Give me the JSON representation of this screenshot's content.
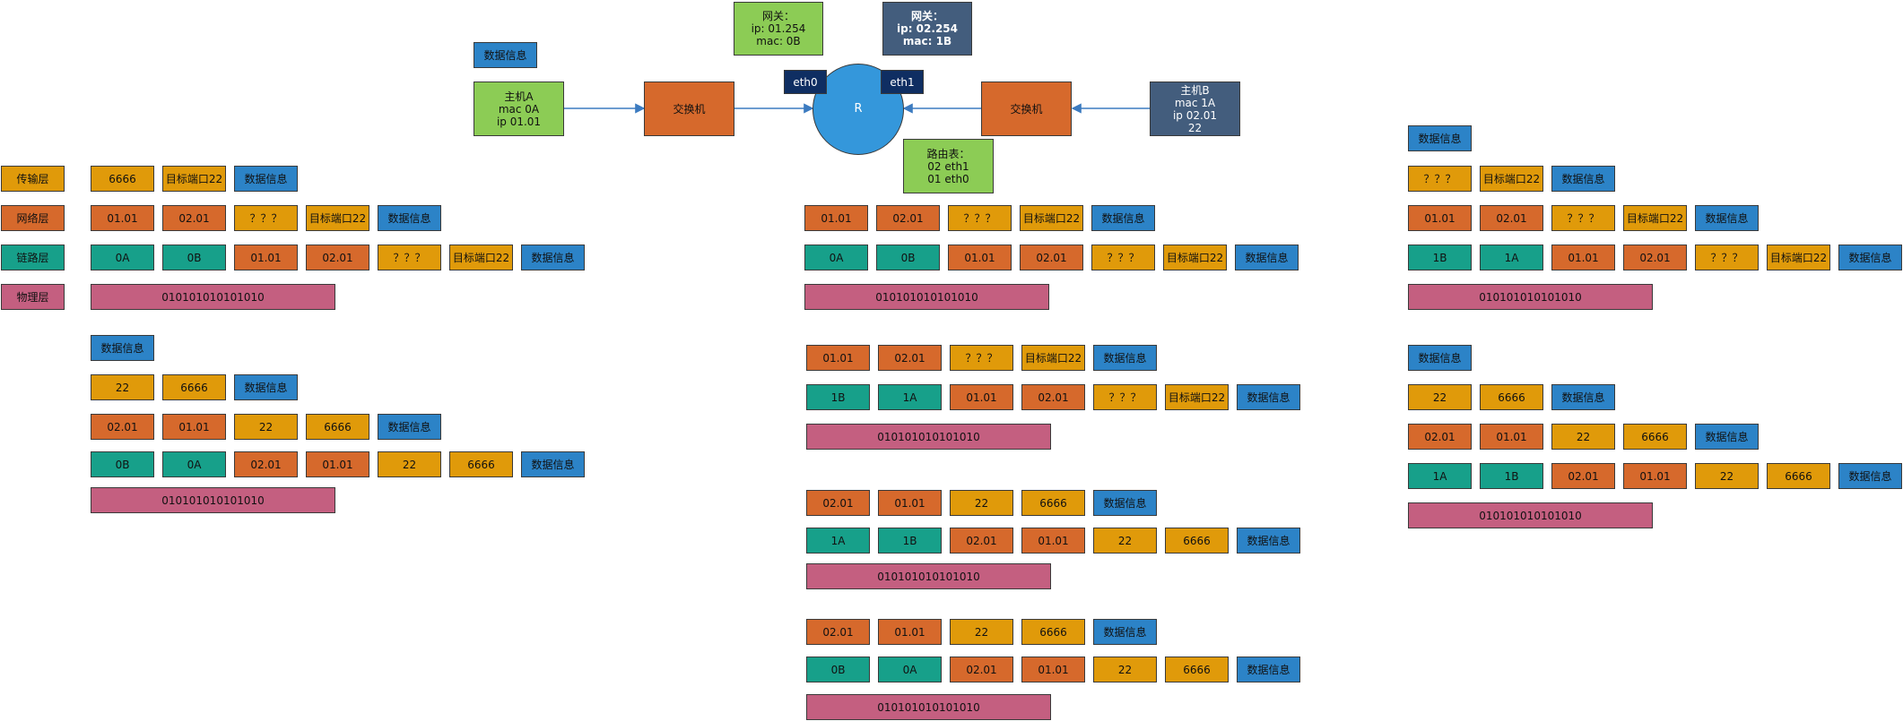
{
  "labels": {
    "data_info": "数据信息",
    "switch": "交换机",
    "router": "R",
    "eth0": "eth0",
    "eth1": "eth1",
    "gw1": "网关：\nip: 01.254\nmac: 0B",
    "gw2": "网关：\nip: 02.254\nmac: 1B",
    "host_a": "主机A\nmac 0A\nip 01.01",
    "host_b": "主机B\nmac 1A\nip 02.01\n22",
    "route_table": "路由表：\n02   eth1\n01   eth0",
    "layer_transport": "传输层",
    "layer_network": "网络层",
    "layer_link": "链路层",
    "layer_physical": "物理层",
    "port_6666": "6666",
    "port_22": "22",
    "dst_port_22": "目标端口22",
    "ip_0101": "01.01",
    "ip_0201": "02.01",
    "unknown": "？？？",
    "mac_0A": "0A",
    "mac_0B": "0B",
    "mac_1A": "1A",
    "mac_1B": "1B",
    "bits": "010101010101010"
  },
  "colors": {
    "transport_port": "#e09a0a",
    "network_ip": "#d6692c",
    "link_mac": "#17a08a",
    "data": "#2c83c7",
    "physical": "#c45f80",
    "host_a": "#8ccc55",
    "host_b": "#435d7d",
    "router": "#3497db",
    "interface": "#0f2e62",
    "link_line": "#3c7bc0"
  },
  "icons": {
    "router": "router-circle",
    "switch": "switch-box"
  }
}
